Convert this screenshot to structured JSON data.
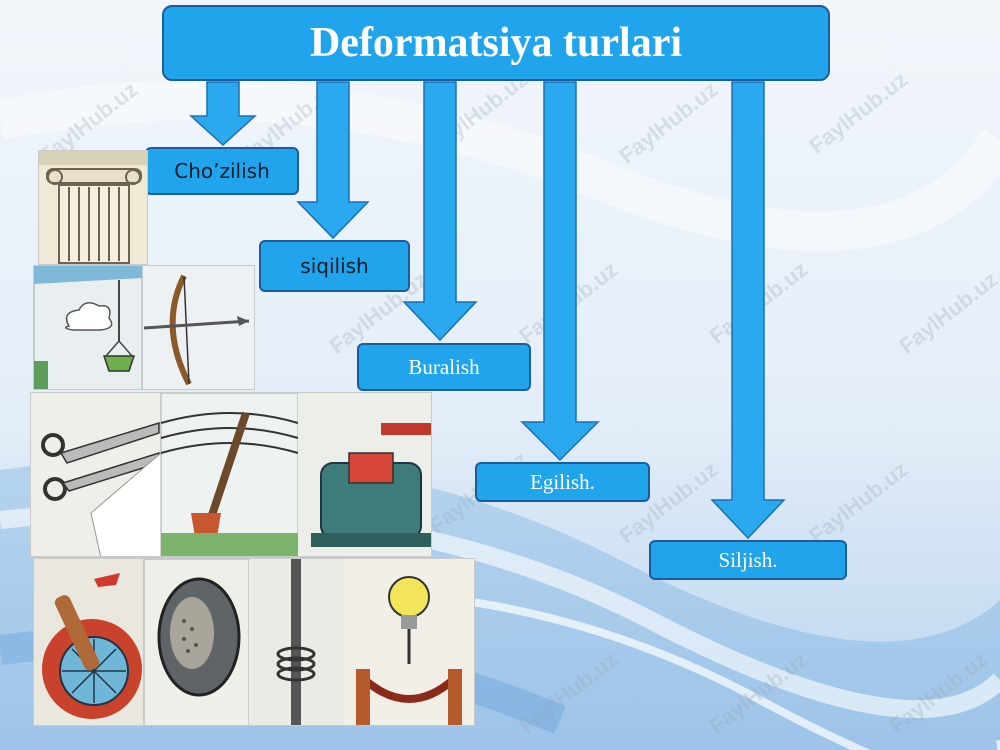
{
  "title": "Deformatsiya turlari",
  "types": [
    {
      "label": "Cho’zilish"
    },
    {
      "label": "siqilish"
    },
    {
      "label": "Buralish"
    },
    {
      "label": "Egilish."
    },
    {
      "label": "Siljish."
    }
  ],
  "watermark": "FaylHub.uz",
  "colors": {
    "box": "#20a4ec",
    "border": "#1a5d9a",
    "arrow": "#2aa9ee"
  }
}
